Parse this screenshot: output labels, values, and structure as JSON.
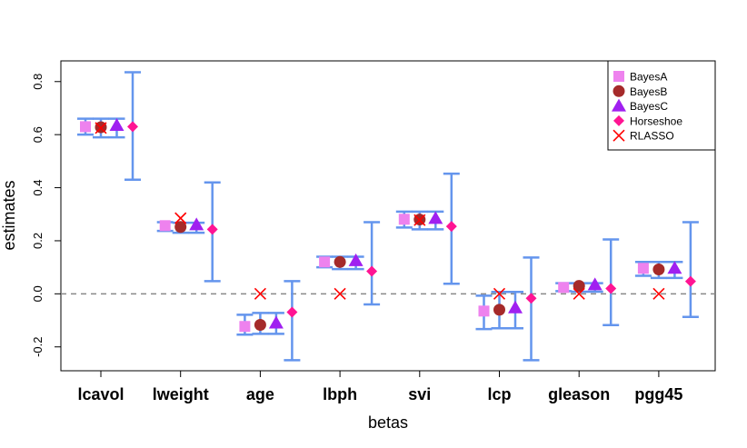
{
  "chart_data": {
    "type": "scatter",
    "title": "",
    "xlabel": "betas",
    "ylabel": "estimates",
    "ylim": [
      -0.29,
      0.878
    ],
    "yticks": [
      -0.2,
      0.0,
      0.2,
      0.4,
      0.6,
      0.8
    ],
    "ytick_labels": [
      "-0.2",
      "0.0",
      "0.2",
      "0.4",
      "0.6",
      "0.8"
    ],
    "reference_line": 0.0,
    "legend_placement": "top-right",
    "categories": [
      "lcavol",
      "lweight",
      "age",
      "lbph",
      "svi",
      "lcp",
      "gleason",
      "pgg45"
    ],
    "interval_color": "#6495ED",
    "series": [
      {
        "name": "BayesA",
        "marker": "square",
        "color": "#EE82EE",
        "values": [
          0.63,
          0.257,
          -0.123,
          0.12,
          0.281,
          -0.065,
          0.024,
          0.096
        ],
        "lower": [
          0.6,
          0.237,
          -0.154,
          0.1,
          0.25,
          -0.133,
          0.01,
          0.068
        ],
        "upper": [
          0.66,
          0.27,
          -0.079,
          0.14,
          0.31,
          -0.007,
          0.04,
          0.12
        ]
      },
      {
        "name": "BayesB",
        "marker": "circle",
        "color": "#A52A2A",
        "values": [
          0.628,
          0.252,
          -0.117,
          0.12,
          0.28,
          -0.06,
          0.03,
          0.092
        ],
        "lower": [
          0.59,
          0.23,
          -0.151,
          0.093,
          0.243,
          -0.13,
          0.008,
          0.06
        ],
        "upper": [
          0.66,
          0.268,
          -0.072,
          0.14,
          0.31,
          0.007,
          0.04,
          0.12
        ]
      },
      {
        "name": "BayesC",
        "marker": "triangle",
        "color": "#A020F0",
        "values": [
          0.635,
          0.26,
          -0.11,
          0.125,
          0.284,
          -0.053,
          0.034,
          0.096
        ],
        "lower": [
          0.59,
          0.23,
          -0.151,
          0.093,
          0.243,
          -0.13,
          0.008,
          0.06
        ],
        "upper": [
          0.66,
          0.268,
          -0.072,
          0.14,
          0.31,
          0.007,
          0.04,
          0.12
        ]
      },
      {
        "name": "Horseshoe",
        "marker": "diamond",
        "color": "#FF1493",
        "values": [
          0.63,
          0.243,
          -0.069,
          0.085,
          0.254,
          -0.017,
          0.02,
          0.047
        ],
        "lower": [
          0.43,
          0.048,
          -0.25,
          -0.04,
          0.038,
          -0.25,
          -0.118,
          -0.087
        ],
        "upper": [
          0.835,
          0.42,
          0.048,
          0.27,
          0.453,
          0.137,
          0.205,
          0.27
        ]
      },
      {
        "name": "RLASSO",
        "marker": "x",
        "color": "#FF0000",
        "values": [
          0.625,
          0.285,
          0.0,
          0.0,
          0.278,
          0.0,
          0.0,
          0.0
        ]
      }
    ]
  }
}
